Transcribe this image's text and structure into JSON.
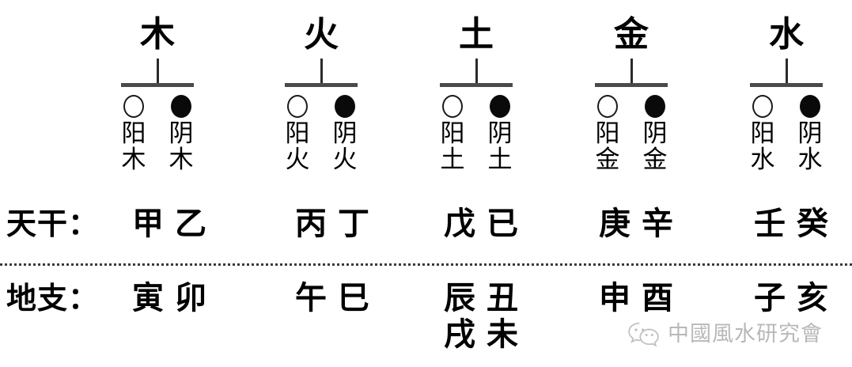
{
  "elements": [
    {
      "name": "wood",
      "title": "木",
      "yang": {
        "label": "阳",
        "sub": "木",
        "marker": "hollow-circle"
      },
      "yin": {
        "label": "阴",
        "sub": "木",
        "marker": "filled-circle"
      },
      "stems": "甲 乙",
      "branches_line1": "寅 卯",
      "branches_line2": ""
    },
    {
      "name": "fire",
      "title": "火",
      "yang": {
        "label": "阳",
        "sub": "火",
        "marker": "hollow-circle"
      },
      "yin": {
        "label": "阴",
        "sub": "火",
        "marker": "filled-circle"
      },
      "stems": "丙 丁",
      "branches_line1": "午 巳",
      "branches_line2": ""
    },
    {
      "name": "earth",
      "title": "土",
      "yang": {
        "label": "阳",
        "sub": "土",
        "marker": "hollow-circle"
      },
      "yin": {
        "label": "阴",
        "sub": "土",
        "marker": "filled-circle"
      },
      "stems": "戊 已",
      "branches_line1": "辰 丑",
      "branches_line2": "戌 未"
    },
    {
      "name": "metal",
      "title": "金",
      "yang": {
        "label": "阳",
        "sub": "金",
        "marker": "hollow-circle"
      },
      "yin": {
        "label": "阴",
        "sub": "金",
        "marker": "filled-circle"
      },
      "stems": "庚 辛",
      "branches_line1": "申 酉",
      "branches_line2": ""
    },
    {
      "name": "water",
      "title": "水",
      "yang": {
        "label": "阳",
        "sub": "水",
        "marker": "hollow-circle"
      },
      "yin": {
        "label": "阴",
        "sub": "水",
        "marker": "filled-circle"
      },
      "stems": "壬 癸",
      "branches_line1": "子 亥",
      "branches_line2": ""
    }
  ],
  "rows": {
    "stems_label": "天干：",
    "branches_label": "地支："
  },
  "watermark": {
    "icon": "wechat-icon",
    "text": "中國風水研究會",
    "color": "#8d8d8d"
  },
  "colors": {
    "ink": "#000000",
    "rule": "#3a3a3a",
    "background": "#ffffff"
  }
}
